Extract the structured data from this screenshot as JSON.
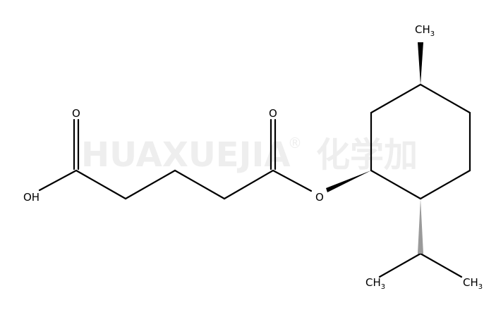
{
  "watermark": {
    "latin": "HUAXUEJIA",
    "mark": "®",
    "chinese": "化学加"
  },
  "atoms": {
    "carbonyl_o_acid": "O",
    "hydroxyl": "OH",
    "carbonyl_o_ester": "O",
    "ester_o": "O",
    "methyl_top": {
      "base": "CH",
      "sub": "3"
    },
    "methyl_left": {
      "base": "CH",
      "sub": "3"
    },
    "methyl_right": {
      "base": "CH",
      "sub": "3"
    }
  },
  "colors": {
    "bond": "#000000",
    "hashed_wedge": "#9a9a9a",
    "watermark": "#eeeeee"
  }
}
